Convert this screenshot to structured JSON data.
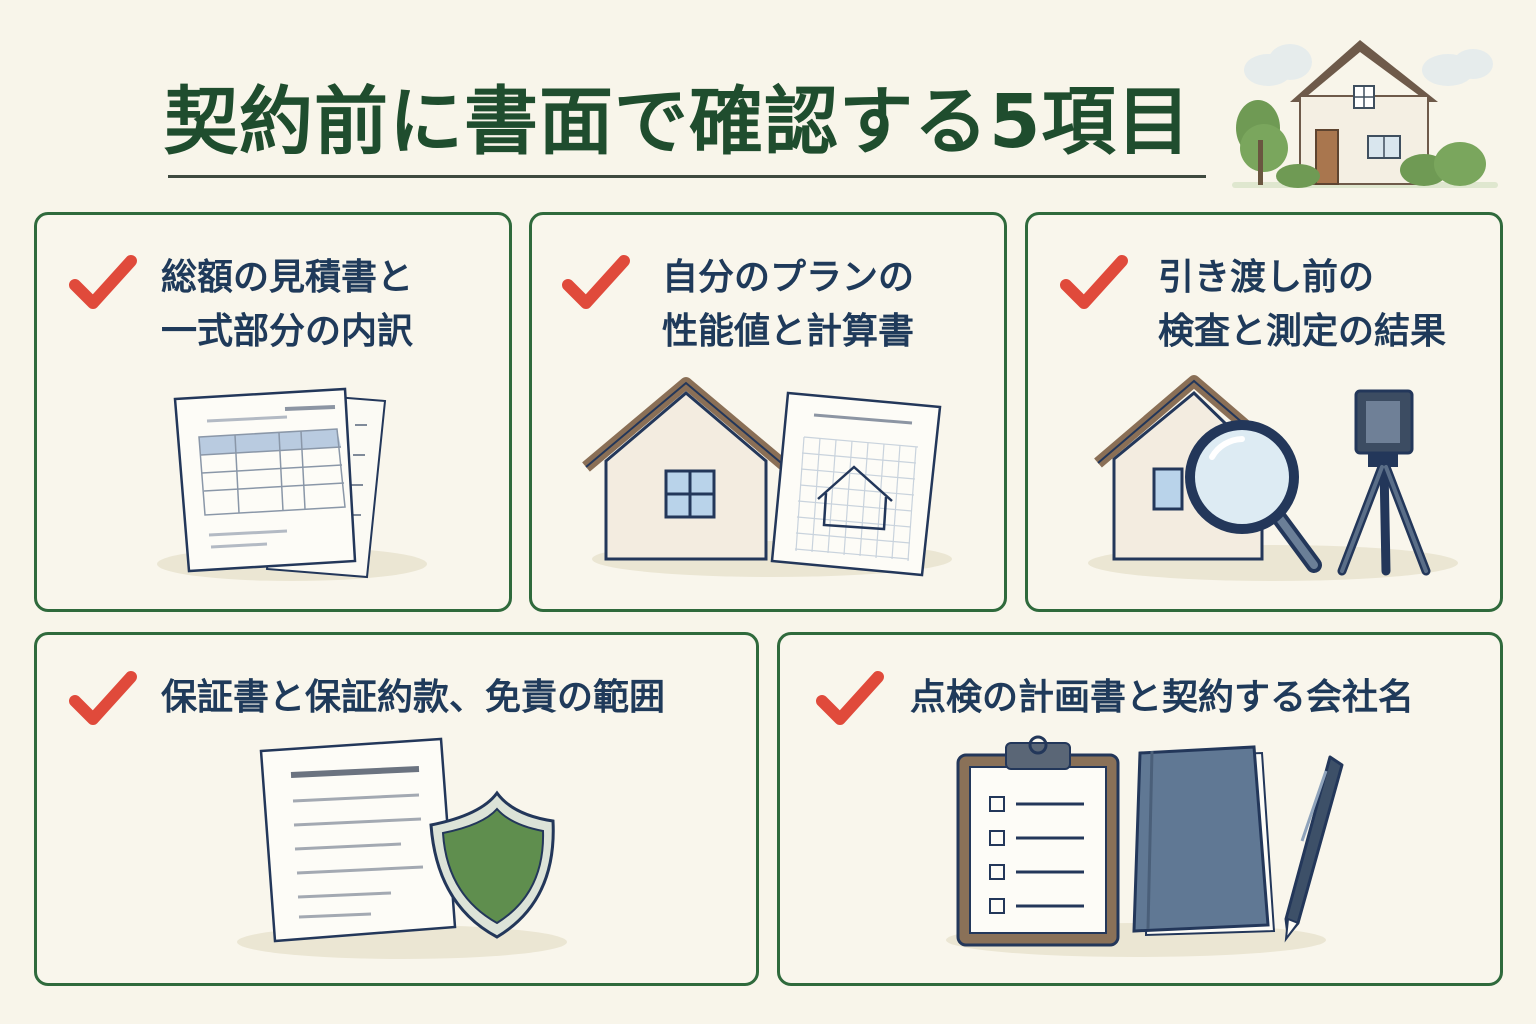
{
  "title": "契約前に書面で確認する5項目",
  "colors": {
    "title": "#1f4d2e",
    "card_border": "#2f6a3c",
    "check": "#e04a3b",
    "text": "#1f3a5a",
    "background": "#f8f5ea"
  },
  "items": [
    {
      "line1": "総額の見積書と",
      "line2": "一式部分の内訳",
      "icon": "estimate-document-icon"
    },
    {
      "line1": "自分のプランの",
      "line2": "性能値と計算書",
      "icon": "house-plan-icon"
    },
    {
      "line1": "引き渡し前の",
      "line2": "検査と測定の結果",
      "icon": "inspection-icon"
    },
    {
      "line1": "保証書と保証約款、免責の範囲",
      "icon": "warranty-shield-icon"
    },
    {
      "line1": "点検の計画書と契約する会社名",
      "icon": "maintenance-plan-icon"
    }
  ],
  "hero_icon": "house-with-trees-icon",
  "check_icon": "checkmark-icon"
}
